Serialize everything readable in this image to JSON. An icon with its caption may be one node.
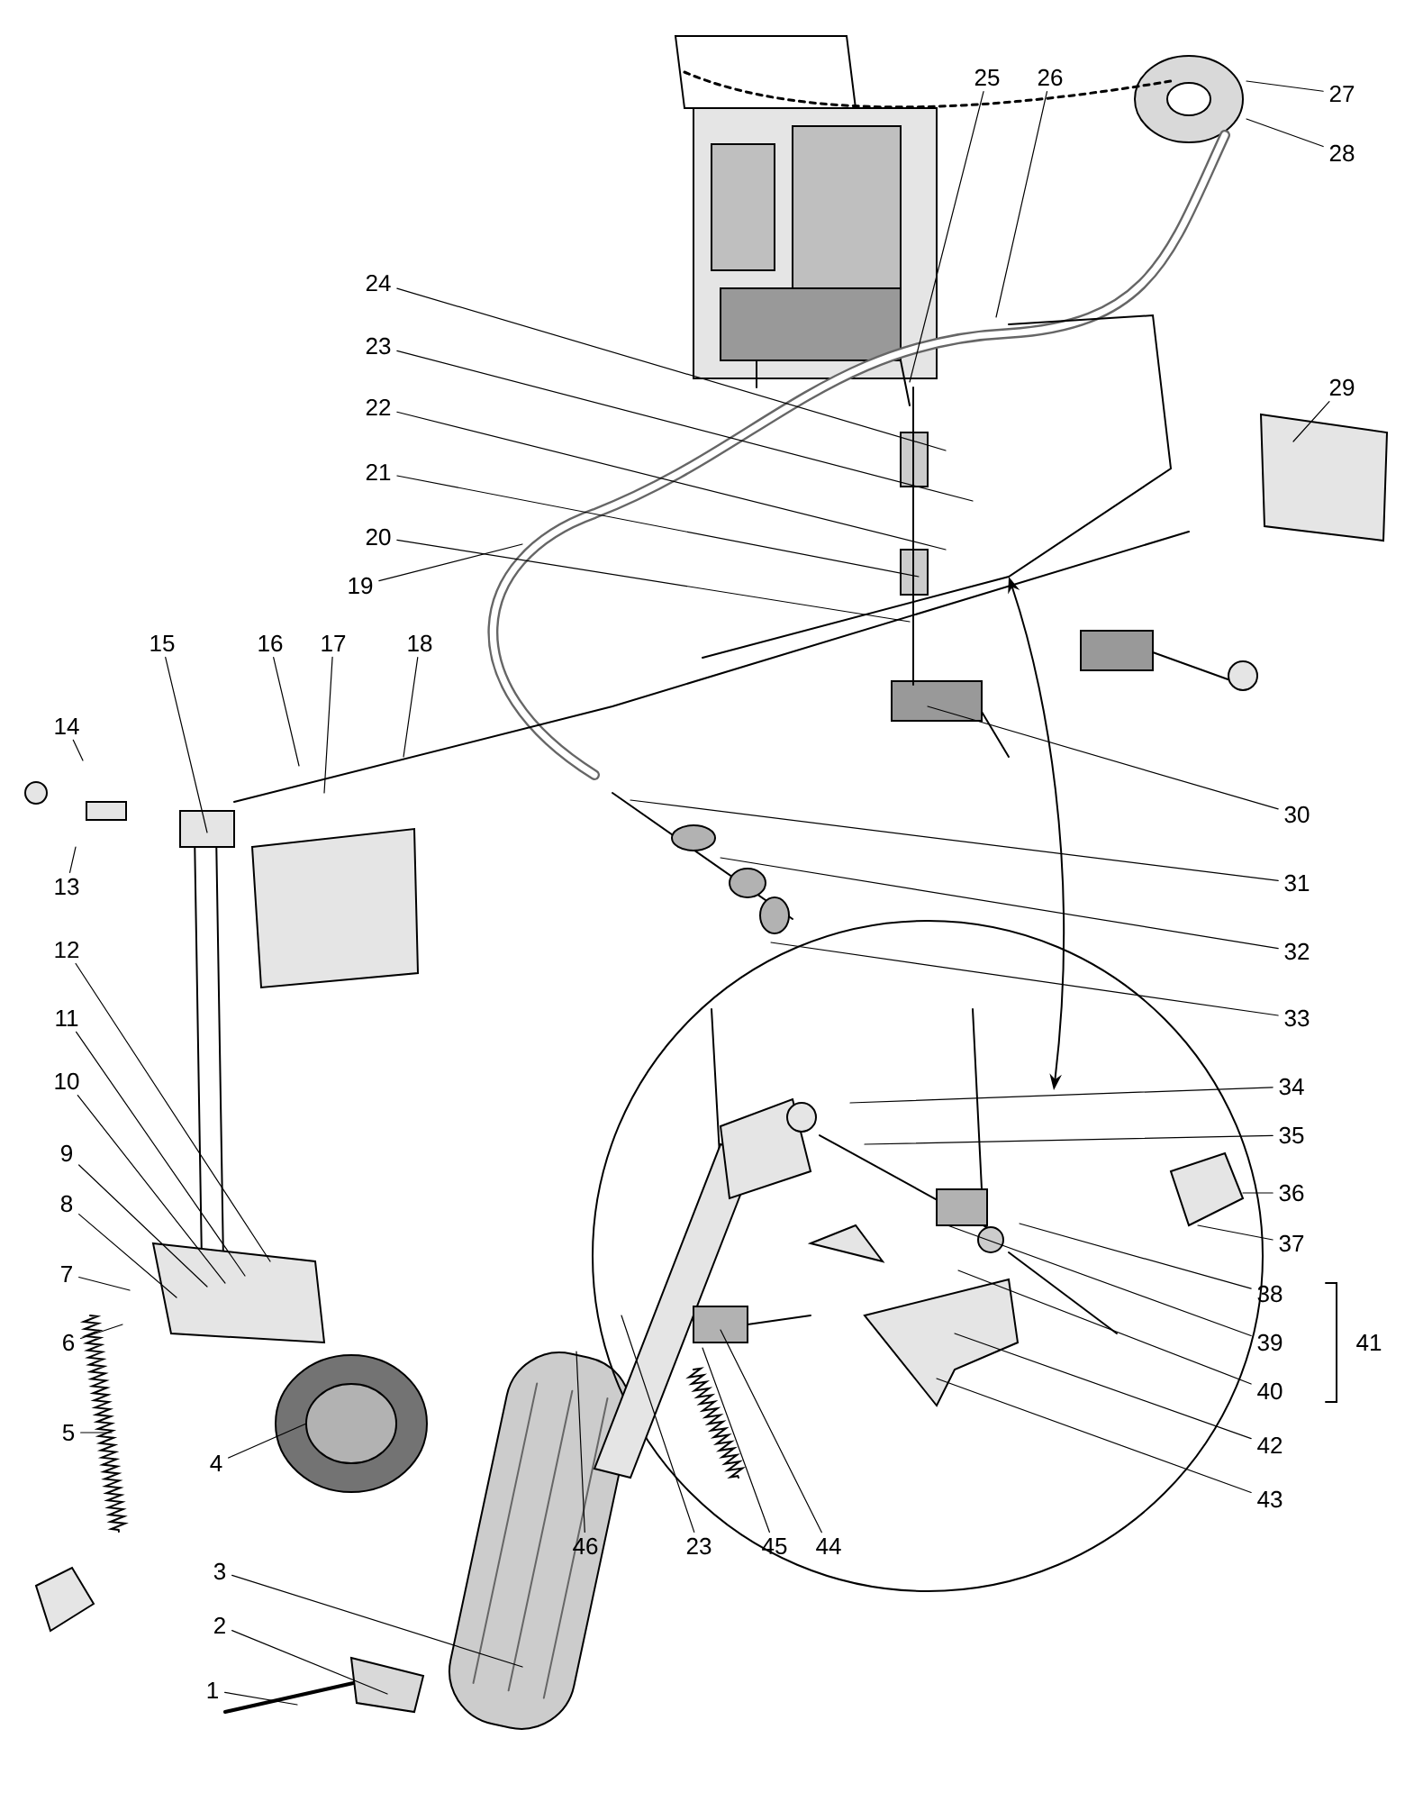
{
  "diagram": {
    "nodes": [
      {
        "text": [
          "1"
        ]
      },
      {
        "text": [
          "2"
        ]
      },
      {
        "text": [
          "3"
        ]
      },
      {
        "text": [
          "4"
        ]
      },
      {
        "text": [
          "5"
        ]
      },
      {
        "text": [
          "6"
        ]
      },
      {
        "text": [
          "7"
        ]
      },
      {
        "text": [
          "8"
        ]
      },
      {
        "text": [
          "9"
        ]
      },
      {
        "text": [
          "10"
        ]
      },
      {
        "text": [
          "11"
        ]
      },
      {
        "text": [
          "12"
        ]
      },
      {
        "text": [
          "13"
        ]
      },
      {
        "text": [
          "14"
        ]
      },
      {
        "text": [
          "15"
        ]
      },
      {
        "text": [
          "16"
        ]
      },
      {
        "text": [
          "17"
        ]
      },
      {
        "text": [
          "18"
        ]
      },
      {
        "text": [
          "19"
        ]
      },
      {
        "text": [
          "20"
        ]
      },
      {
        "text": [
          "21"
        ]
      },
      {
        "text": [
          "22"
        ]
      },
      {
        "text": [
          "23"
        ]
      },
      {
        "text": [
          "24"
        ]
      },
      {
        "text": [
          "25"
        ]
      },
      {
        "text": [
          "26"
        ]
      },
      {
        "text": [
          "27"
        ]
      },
      {
        "text": [
          "28"
        ]
      },
      {
        "text": [
          "29"
        ]
      },
      {
        "text": [
          "30"
        ]
      },
      {
        "text": [
          "31"
        ]
      },
      {
        "text": [
          "32"
        ]
      },
      {
        "text": [
          "33"
        ]
      },
      {
        "text": [
          "34"
        ]
      },
      {
        "text": [
          "35"
        ]
      },
      {
        "text": [
          "36"
        ]
      },
      {
        "text": [
          "37"
        ]
      },
      {
        "text": [
          "38"
        ]
      },
      {
        "text": [
          "39"
        ]
      },
      {
        "text": [
          "40"
        ]
      },
      {
        "text": [
          "41"
        ]
      },
      {
        "text": [
          "42"
        ]
      },
      {
        "text": [
          "43"
        ]
      },
      {
        "text": [
          "44"
        ]
      },
      {
        "text": [
          "45"
        ]
      },
      {
        "text": [
          "46"
        ]
      },
      {
        "text": [
          "23"
        ]
      }
    ],
    "edges": [
      {
        "from": 0,
        "to": null,
        "arrow": "none"
      },
      {
        "from": 1,
        "to": null,
        "arrow": "none"
      },
      {
        "from": 2,
        "to": null,
        "arrow": "none"
      },
      {
        "from": 3,
        "to": null,
        "arrow": "none"
      },
      {
        "from": 4,
        "to": null,
        "arrow": "none"
      },
      {
        "from": 5,
        "to": null,
        "arrow": "none"
      },
      {
        "from": 6,
        "to": null,
        "arrow": "none"
      },
      {
        "from": 7,
        "to": null,
        "arrow": "none"
      },
      {
        "from": 8,
        "to": null,
        "arrow": "none"
      },
      {
        "from": 9,
        "to": null,
        "arrow": "none"
      },
      {
        "from": 10,
        "to": null,
        "arrow": "none"
      },
      {
        "from": 11,
        "to": null,
        "arrow": "none"
      },
      {
        "from": 12,
        "to": null,
        "arrow": "none"
      },
      {
        "from": 13,
        "to": null,
        "arrow": "none"
      },
      {
        "from": 14,
        "to": null,
        "arrow": "none"
      },
      {
        "from": 15,
        "to": null,
        "arrow": "none"
      },
      {
        "from": 16,
        "to": null,
        "arrow": "none"
      },
      {
        "from": 17,
        "to": null,
        "arrow": "none"
      },
      {
        "from": 18,
        "to": null,
        "arrow": "none"
      },
      {
        "from": 19,
        "to": null,
        "arrow": "none"
      },
      {
        "from": 20,
        "to": null,
        "arrow": "none"
      },
      {
        "from": 21,
        "to": null,
        "arrow": "none"
      },
      {
        "from": 22,
        "to": null,
        "arrow": "none"
      },
      {
        "from": 23,
        "to": null,
        "arrow": "none"
      },
      {
        "from": 24,
        "to": null,
        "arrow": "none"
      },
      {
        "from": 25,
        "to": null,
        "arrow": "none"
      },
      {
        "from": 26,
        "to": null,
        "arrow": "none"
      },
      {
        "from": 27,
        "to": null,
        "arrow": "none"
      },
      {
        "from": 28,
        "to": null,
        "arrow": "none"
      },
      {
        "from": 29,
        "to": null,
        "arrow": "none"
      },
      {
        "from": 30,
        "to": null,
        "arrow": "none"
      },
      {
        "from": 31,
        "to": null,
        "arrow": "none"
      },
      {
        "from": 32,
        "to": null,
        "arrow": "none"
      },
      {
        "from": 33,
        "to": null,
        "arrow": "none"
      },
      {
        "from": 34,
        "to": null,
        "arrow": "none"
      },
      {
        "from": 35,
        "to": null,
        "arrow": "none"
      },
      {
        "from": 36,
        "to": null,
        "arrow": "none"
      },
      {
        "from": 37,
        "to": null,
        "arrow": "none"
      },
      {
        "from": 38,
        "to": null,
        "arrow": "none"
      },
      {
        "from": 39,
        "to": null,
        "arrow": "none"
      },
      {
        "from": 41,
        "to": null,
        "arrow": "none"
      },
      {
        "from": 42,
        "to": null,
        "arrow": "none"
      },
      {
        "from": 43,
        "to": null,
        "arrow": "none"
      },
      {
        "from": 44,
        "to": null,
        "arrow": "none"
      },
      {
        "from": 45,
        "to": null,
        "arrow": "none"
      },
      {
        "from": 46,
        "to": null,
        "arrow": "none"
      }
    ]
  }
}
